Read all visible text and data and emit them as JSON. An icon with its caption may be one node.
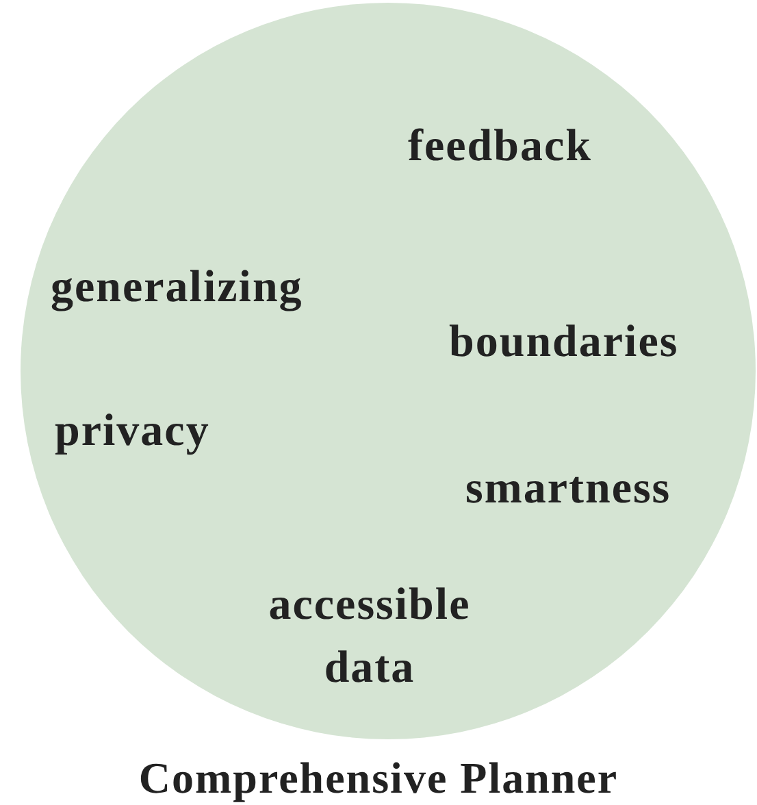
{
  "diagram": {
    "caption": "Comprehensive Planner",
    "nodes": [
      {
        "text": [
          "feedback",
          "generalizing",
          "boundaries",
          "privacy",
          "smartness",
          "accessible data"
        ]
      }
    ]
  }
}
